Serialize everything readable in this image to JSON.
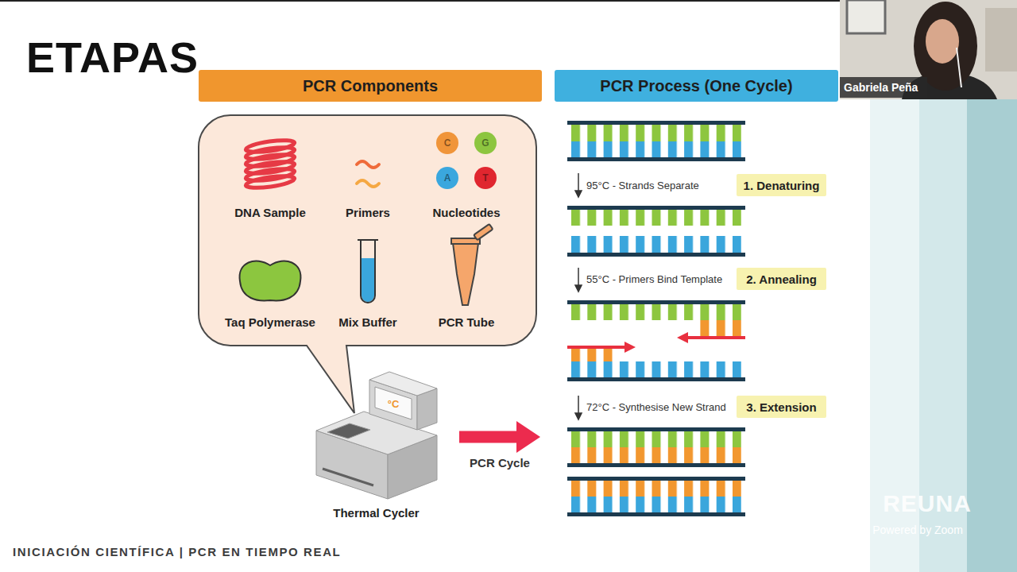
{
  "diagram": {
    "title": "ETAPAS",
    "caption": "INICIACIÓN CIENTÍFICA | PCR EN TIEMPO REAL",
    "nodes": [
      {
        "text": [
          "PCR Components"
        ]
      },
      {
        "text": [
          "C"
        ],
        "in": 0
      },
      {
        "text": [
          "G"
        ],
        "in": 0
      },
      {
        "text": [
          "A"
        ],
        "in": 0
      },
      {
        "text": [
          "T"
        ],
        "in": 0
      },
      {
        "text": [
          "Thermal Cycler"
        ]
      },
      {
        "text": [
          "PCR Process (One Cycle)"
        ]
      },
      {
        "text": [
          "1. Denaturing"
        ],
        "in": 6
      },
      {
        "text": [
          "2. Annealing"
        ],
        "in": 6
      },
      {
        "text": [
          "3. Extension"
        ],
        "in": 6
      },
      {
        "text": [
          "Gabriela Peña"
        ]
      }
    ],
    "edges": [
      {
        "from": 5,
        "to": 6,
        "arrow": "to",
        "label": "PCR Cycle"
      }
    ],
    "labels": [
      "DNA Sample",
      "Primers",
      "Nucleotides",
      "Taq Polymerase",
      "Mix Buffer",
      "PCR Tube",
      "°C",
      "95°C - Strands Separate",
      "55°C - Primers Bind Template",
      "72°C - Synthesise New Strand",
      "REUNA",
      "Powered by Zoom"
    ]
  }
}
